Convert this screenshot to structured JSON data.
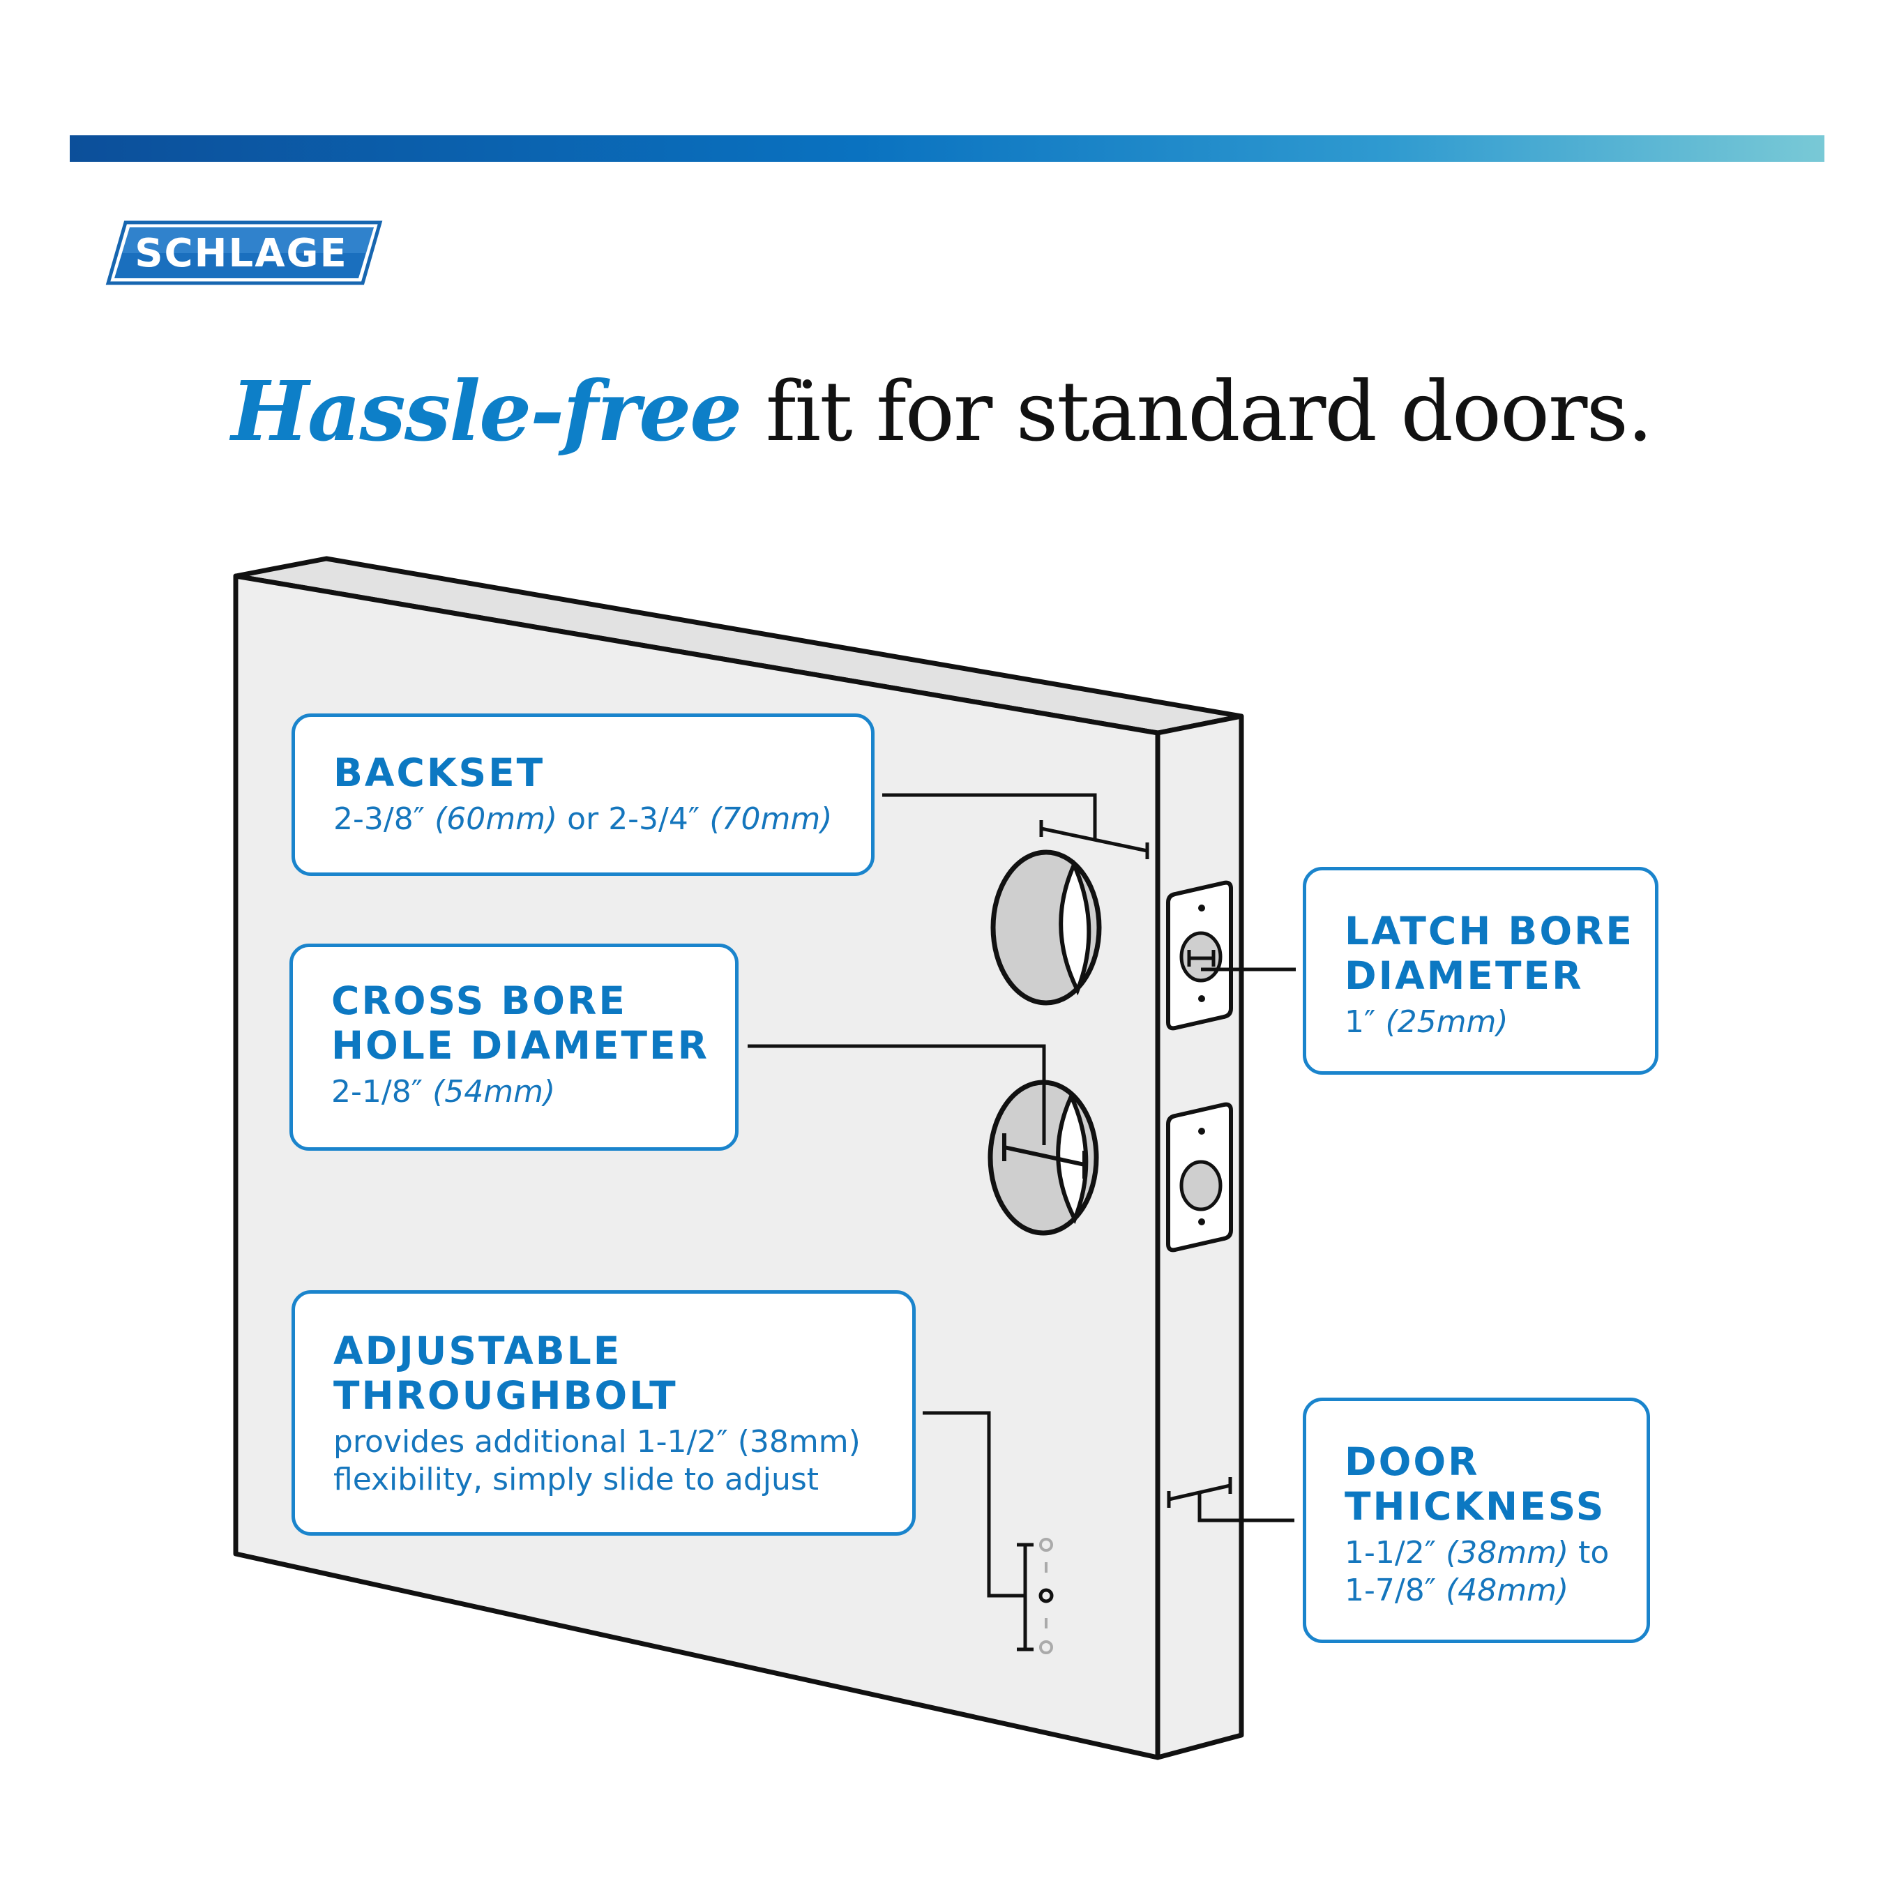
{
  "brand": {
    "logo_text": "SCHLAGE",
    "colors": {
      "primary_blue": "#0c78c2",
      "border_blue": "#1a84cc",
      "door_face": "#eeeeee",
      "door_top": "#e2e2e2",
      "bore": "#cfcfcf"
    }
  },
  "headline": {
    "accent": "Hassle-free",
    "rest": "fit for standard doors."
  },
  "callouts": {
    "backset": {
      "title": "BACKSET",
      "desc_a": "2-3/8″",
      "desc_b": "(60mm)",
      "desc_c": "or",
      "desc_d": "2-3/4″",
      "desc_e": "(70mm)"
    },
    "cross_bore": {
      "title": "CROSS BORE\nHOLE DIAMETER",
      "desc_a": "2-1/8″",
      "desc_b": "(54mm)"
    },
    "throughbolt": {
      "title": "ADJUSTABLE\nTHROUGHBOLT",
      "desc": "provides additional 1-1/2″ (38mm)\nflexibility, simply slide to adjust"
    },
    "latch_bore": {
      "title": "LATCH BORE\nDIAMETER",
      "desc_a": "1″",
      "desc_b": "(25mm)"
    },
    "door_thickness": {
      "title": "DOOR\nTHICKNESS",
      "desc_a": "1-1/2″",
      "desc_b": "(38mm)",
      "desc_c": "to",
      "desc_d": "1-7/8″",
      "desc_e": "(48mm)"
    }
  }
}
